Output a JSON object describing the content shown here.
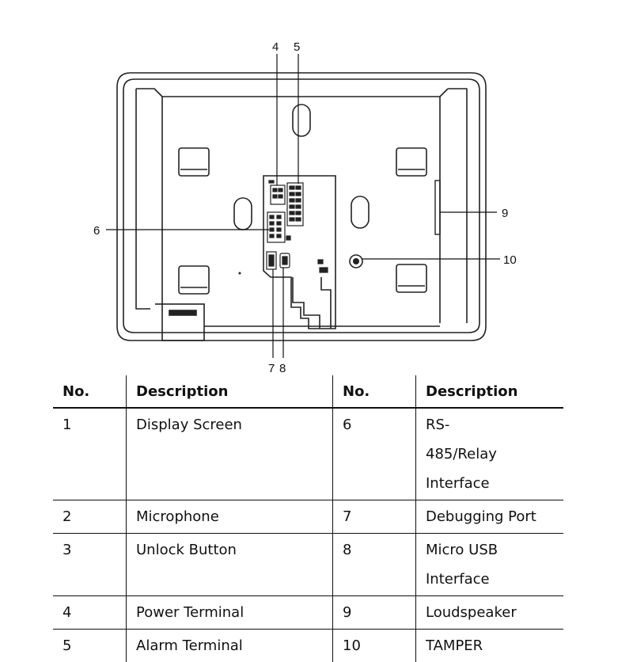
{
  "callouts": {
    "n4": "4",
    "n5": "5",
    "n6": "6",
    "n7": "7",
    "n8": "8",
    "n9": "9",
    "n10": "10"
  },
  "table": {
    "headers": [
      "No.",
      "Description",
      "No.",
      "Description"
    ],
    "rows": [
      {
        "no_a": "1",
        "desc_a": "Display Screen",
        "no_b": "6",
        "desc_b": "RS-485/Relay Interface"
      },
      {
        "no_a": "2",
        "desc_a": "Microphone",
        "no_b": "7",
        "desc_b": "Debugging Port"
      },
      {
        "no_a": "3",
        "desc_a": "Unlock Button",
        "no_b": "8",
        "desc_b": "Micro USB Interface"
      },
      {
        "no_a": "4",
        "desc_a": "Power Terminal",
        "no_b": "9",
        "desc_b": "Loudspeaker"
      },
      {
        "no_a": "5",
        "desc_a": "Alarm Terminal",
        "no_b": "10",
        "desc_b": "TAMPER"
      }
    ]
  }
}
